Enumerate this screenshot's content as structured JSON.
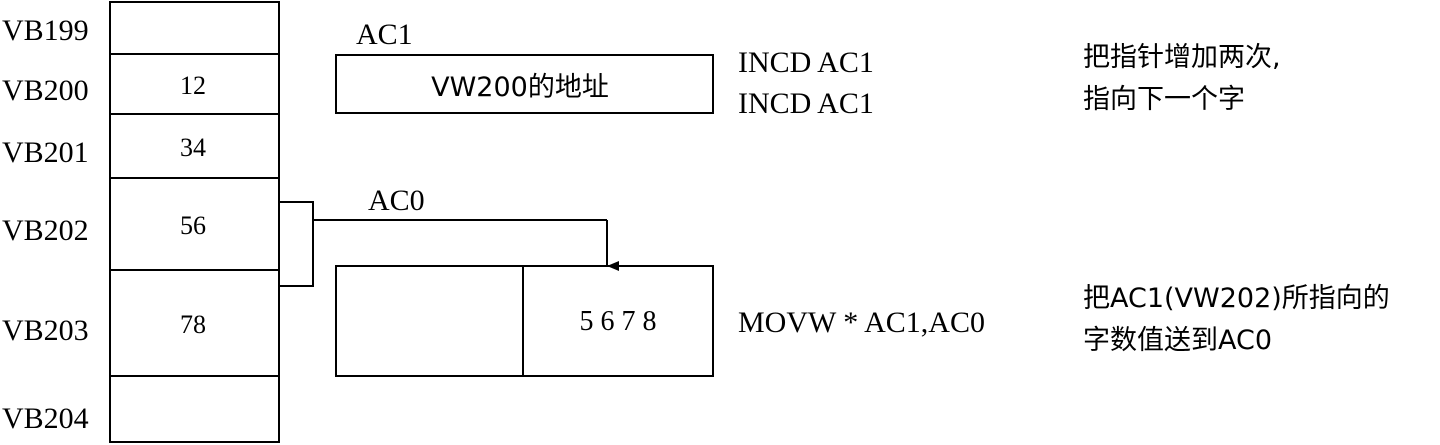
{
  "memory": {
    "rows": [
      {
        "label": "VB199",
        "value": ""
      },
      {
        "label": "VB200",
        "value": "12"
      },
      {
        "label": "VB201",
        "value": "34"
      },
      {
        "label": "VB202",
        "value": "56"
      },
      {
        "label": "VB203",
        "value": "78"
      },
      {
        "label": "VB204",
        "value": ""
      }
    ]
  },
  "ac1": {
    "label": "AC1",
    "content": "VW200的地址",
    "instruction_1": "INCD AC1",
    "instruction_2": "INCD AC1",
    "note_line1": "把指针增加两次,",
    "note_line2": "指向下一个字"
  },
  "ac0": {
    "label": "AC0",
    "left_content": "",
    "right_content": "5 6 7 8",
    "instruction": "MOVW * AC1,AC0",
    "note_line1": "把AC1(VW202)所指向的",
    "note_line2": "字数值送到AC0"
  },
  "colors": {
    "line": "#000000",
    "background": "#ffffff"
  }
}
